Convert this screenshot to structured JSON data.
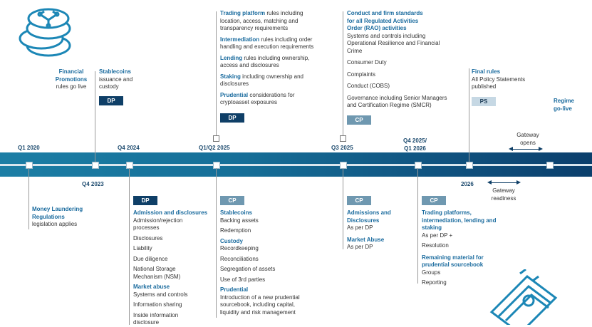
{
  "quarters": {
    "q1_2020": "Q1 2020",
    "q4_2023": "Q4 2023",
    "q4_2024": "Q4 2024",
    "q1q2_2025": "Q1/Q2 2025",
    "q3_2025": "Q3 2025",
    "q4_2025_line1": "Q4 2025/",
    "q4_2025_line2": "Q1 2026",
    "y2026": "2026"
  },
  "top": {
    "financial_promotions": {
      "line1": "Financial",
      "line2": "Promotions",
      "line3": "rules go live"
    },
    "stablecoins": {
      "title": "Stablecoins",
      "line1": "issuance and",
      "line2": "custody",
      "badge": "DP"
    },
    "q1q2_2025": {
      "items": [
        {
          "title": "Trading platform",
          "rest1": " rules including",
          "lines": [
            "location, access, matching and",
            "transparency requirements"
          ]
        },
        {
          "title": "Intermediation",
          "rest1": " rules including order",
          "lines": [
            "handling and execution requirements"
          ]
        },
        {
          "title": "Lending",
          "rest1": " rules including ownership,",
          "lines": [
            "access and disclosures"
          ]
        },
        {
          "title": "Staking",
          "rest1": " including ownership and",
          "lines": [
            "disclosures"
          ]
        },
        {
          "title": "Prudential",
          "rest1": " considerations for",
          "lines": [
            "cryptoasset exposures"
          ]
        }
      ],
      "badge": "DP"
    },
    "q3_2025": {
      "title1": "Conduct and firm standards",
      "title2": "for all Regulated Activities",
      "title3": "Order (RAO) activities",
      "sub1": "Systems and controls including",
      "sub2": "Operational Resilience and Financial",
      "sub3": "Crime",
      "consumer_duty": "Consumer Duty",
      "complaints": "Complaints",
      "conduct": "Conduct (COBS)",
      "gov1": "Governance including Senior Managers",
      "gov2": "and Certification Regime (SMCR)",
      "badge": "CP"
    },
    "final_rules": {
      "title": "Final rules",
      "line1": "All Policy Statements",
      "line2": "published",
      "badge": "PS"
    },
    "regime": {
      "line1": "Regime",
      "line2": "go-live"
    },
    "gateway_opens": {
      "line1": "Gateway",
      "line2": "opens"
    }
  },
  "bottom": {
    "aml": {
      "title1": "Money Laundering",
      "title2": "Regulations",
      "line1": "legislation applies"
    },
    "q4_2024": {
      "badge": "DP",
      "admission_title": "Admission and disclosures",
      "admission_items": [
        "Admission/rejection",
        "processes"
      ],
      "disclosures": "Disclosures",
      "liability": "Liability",
      "due_diligence": "Due diligence",
      "nsm1": "National Storage",
      "nsm2": "Mechanism (NSM)",
      "market_abuse_title": "Market abuse",
      "systems": "Systems and controls",
      "info_sharing": "Information sharing",
      "inside1": "Inside information",
      "inside2": "disclosure"
    },
    "q1q2_2025": {
      "badge": "CP",
      "stablecoins_title": "Stablecoins",
      "backing": "Backing assets",
      "redemption": "Redemption",
      "custody_title": "Custody",
      "recordkeeping": "Recordkeeping",
      "reconciliations": "Reconciliations",
      "segregation": "Segregation of assets",
      "third_parties": "Use of 3rd parties",
      "prudential_title": "Prudential",
      "prud1": "Introduction of a new prudential",
      "prud2": "sourcebook, including capital,",
      "prud3": "liquidity and risk management"
    },
    "q3_2025": {
      "badge": "CP",
      "adm_title1": "Admissions and",
      "adm_title2": "Disclosures",
      "adm_line": "As per DP",
      "ma_title": "Market Abuse",
      "ma_line": "As per DP"
    },
    "q4_2025": {
      "badge": "CP",
      "tp_title1": "Trading platforms,",
      "tp_title2": "intermediation, lending and",
      "tp_title3": "staking",
      "tp_line1": "As per DP +",
      "resolution": "Resolution",
      "rm_title1": "Remaining material for",
      "rm_title2": "prudential sourcebook",
      "groups": "Groups",
      "reporting": "Reporting"
    },
    "gateway_readiness": {
      "line1": "Gateway",
      "line2": "readiness"
    }
  },
  "colors": {
    "accent": "#1a6b9e",
    "dark": "#0f3f67",
    "cp": "#6f98b0",
    "ps": "#c6d8e4"
  }
}
